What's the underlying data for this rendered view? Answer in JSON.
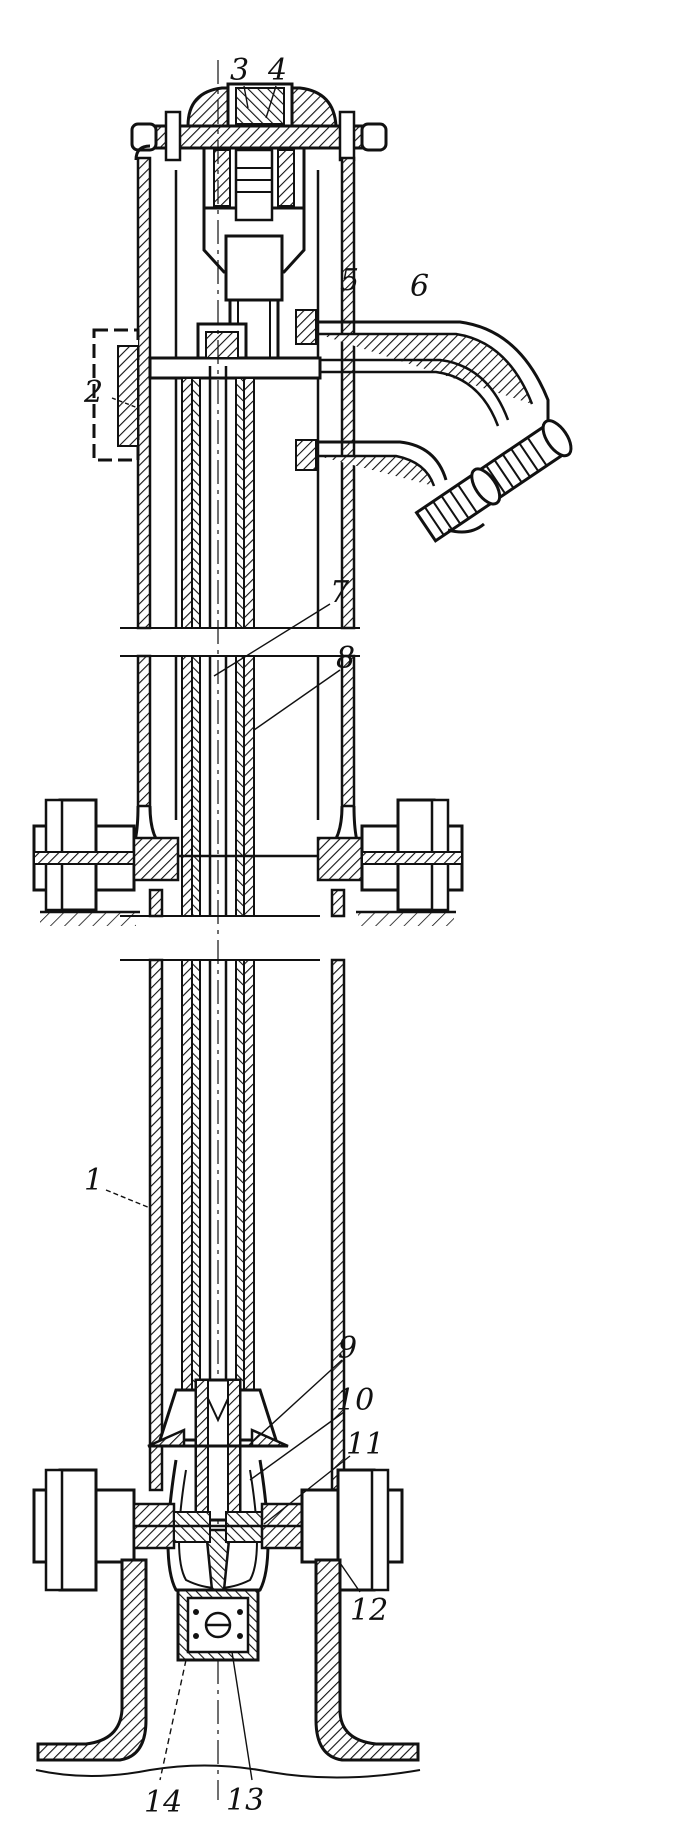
{
  "figure": {
    "callouts": [
      {
        "id": "c1",
        "text": "1"
      },
      {
        "id": "c2",
        "text": "2"
      },
      {
        "id": "c3",
        "text": "3"
      },
      {
        "id": "c4",
        "text": "4"
      },
      {
        "id": "c5",
        "text": "5"
      },
      {
        "id": "c6",
        "text": "6"
      },
      {
        "id": "c7",
        "text": "7"
      },
      {
        "id": "c8",
        "text": "8"
      },
      {
        "id": "c9",
        "text": "9"
      },
      {
        "id": "c10",
        "text": "10"
      },
      {
        "id": "c11",
        "text": "11"
      },
      {
        "id": "c12",
        "text": "12"
      },
      {
        "id": "c13",
        "text": "13"
      },
      {
        "id": "c14",
        "text": "14"
      }
    ]
  }
}
